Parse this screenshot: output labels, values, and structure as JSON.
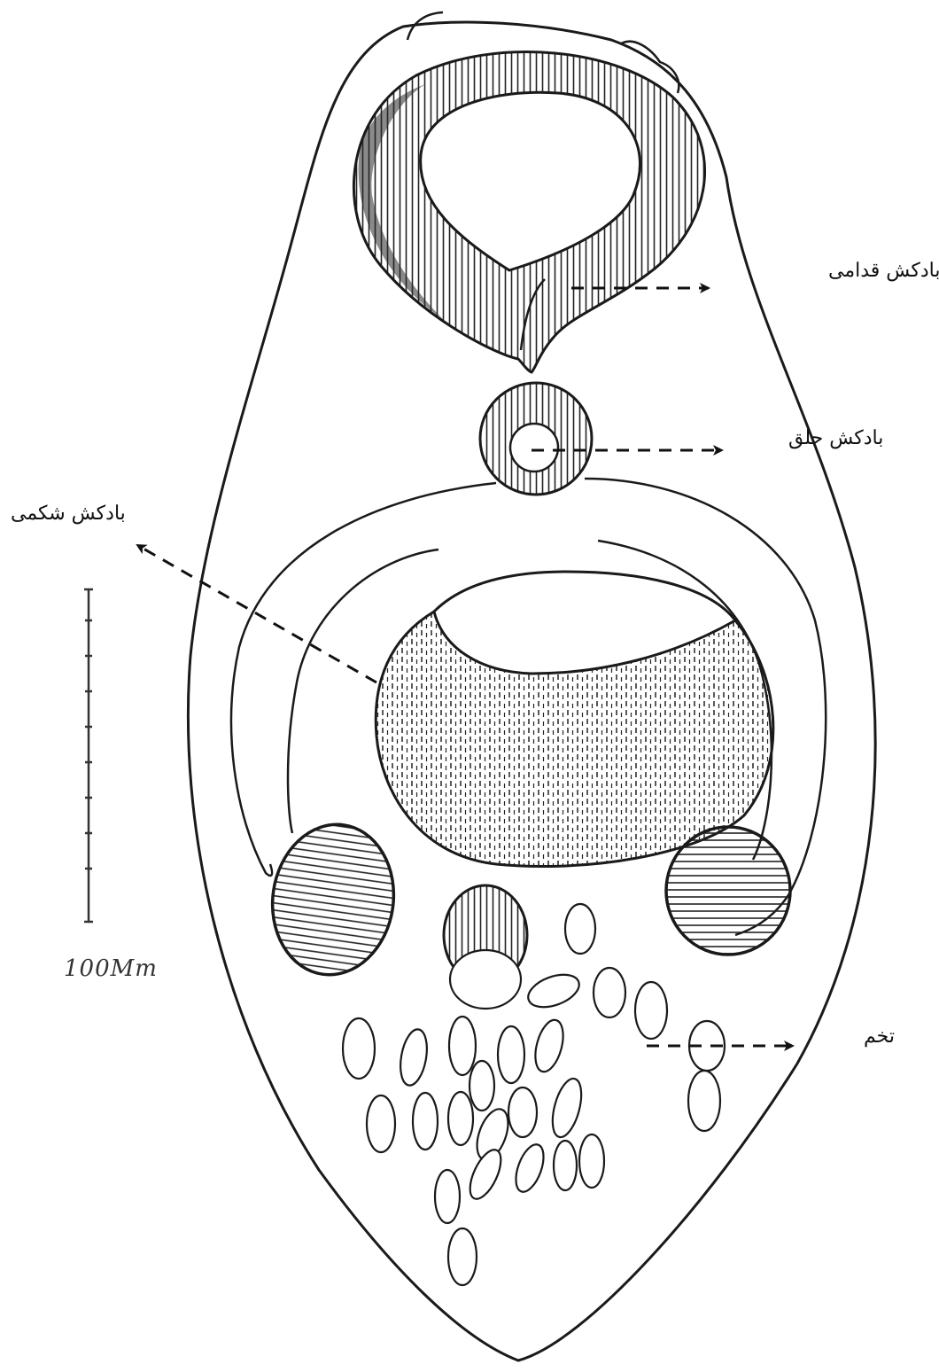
{
  "labels": {
    "anterior_sucker": "بادکش قدامی",
    "pharyngeal_sucker": "بادکش حلق",
    "ventral_sucker": "بادکش شکمی",
    "egg": "تخم"
  },
  "scale_bar": {
    "label": "100Mm"
  },
  "colors": {
    "ink": "#1a1a1a",
    "background": "#ffffff"
  }
}
